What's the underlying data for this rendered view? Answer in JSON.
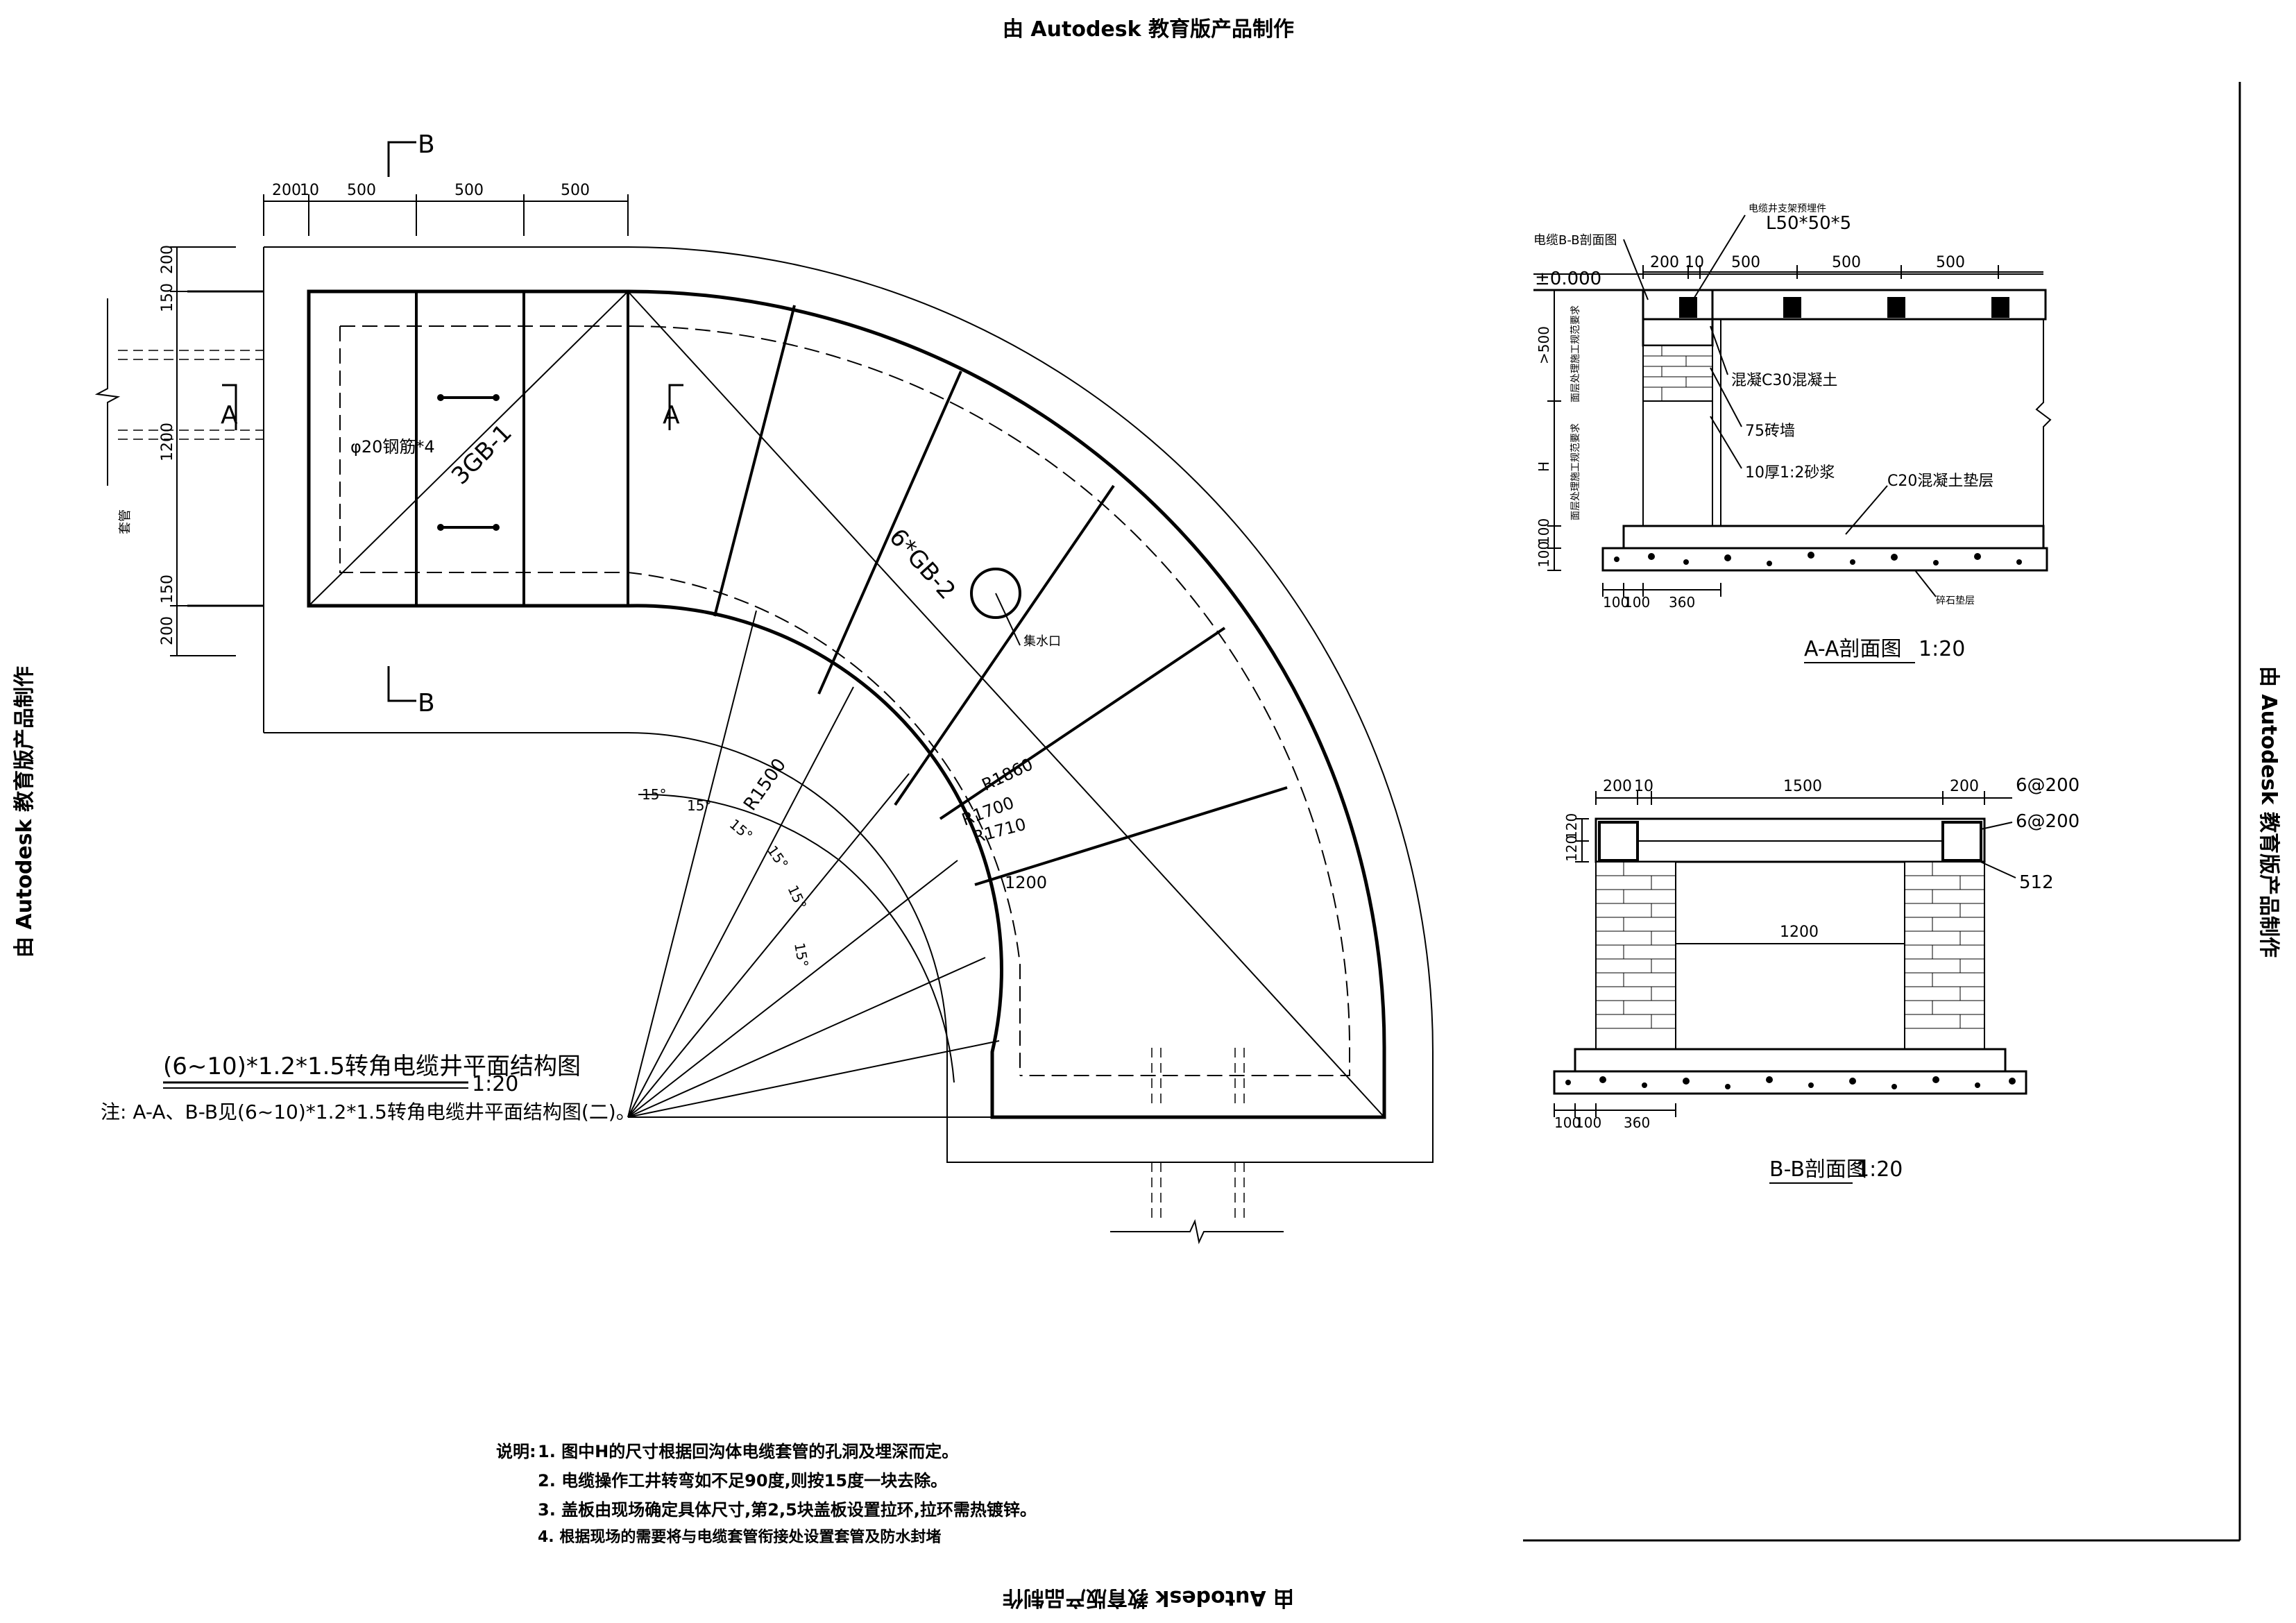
{
  "watermark": {
    "text": "由 Autodesk 教育版产品制作"
  },
  "plan": {
    "title": "(6~10)*1.2*1.5转角电缆井平面结构图",
    "scale": "1:20",
    "note": "注: A-A、B-B见(6~10)*1.2*1.5转角电缆井平面结构图(二)。",
    "dims_top": [
      "200",
      "10",
      "500",
      "500",
      "500"
    ],
    "dims_left": [
      "200",
      "150",
      "1200",
      "150",
      "200"
    ],
    "section_marks": [
      "A",
      "A",
      "B",
      "B"
    ],
    "labels": {
      "cover_a": "3GB-1",
      "cover_b": "6*GB-2",
      "rebar": "φ20钢筋*4",
      "drain": "集水口",
      "r1": "R1500",
      "r2": "R1860",
      "r3": "R1700",
      "r4": "R1710",
      "inner_dim": "1200",
      "angle": "15°",
      "pipe": "套管"
    }
  },
  "section_aa": {
    "title": "A-A剖面图",
    "scale": "1:20",
    "level": "±0.000",
    "dims_top": [
      "200",
      "10",
      "500",
      "500",
      "500"
    ],
    "dims_bottom": [
      "100",
      "100",
      "360"
    ],
    "dims_left": [
      ">500",
      "H",
      "100",
      "100"
    ],
    "labels": {
      "angle_steel": "L50*50*5",
      "ref": "电缆B-B剖面图",
      "note1": "电缆井支架预埋件",
      "concrete": "混凝C30混凝土",
      "wall": "75砖墙",
      "mortar": "10厚1:2砂浆",
      "base": "C20混凝土垫层",
      "gravel": "碎石垫层",
      "side1": "面层处理施工规范要求",
      "side2": "面层处理施工规范要求"
    }
  },
  "section_bb": {
    "title": "B-B剖面图",
    "scale": "1:20",
    "dims_top": [
      "200",
      "10",
      "1500",
      "200"
    ],
    "dims_left": [
      "120",
      "120"
    ],
    "dims_bottom": [
      "100",
      "100",
      "360"
    ],
    "inner_width": "1200",
    "labels": {
      "rebar1": "6@200",
      "rebar2": "6@200",
      "item": "512"
    }
  },
  "notes": {
    "prefix": "说明:",
    "items": [
      "1. 图中H的尺寸根据回沟体电缆套管的孔洞及埋深而定。",
      "2. 电缆操作工井转弯如不足90度,则按15度一块去除。",
      "3. 盖板由现场确定具体尺寸,第2,5块盖板设置拉环,拉环需热镀锌。",
      "4. 根据现场的需要将与电缆套管衔接处设置套管及防水封堵"
    ]
  }
}
